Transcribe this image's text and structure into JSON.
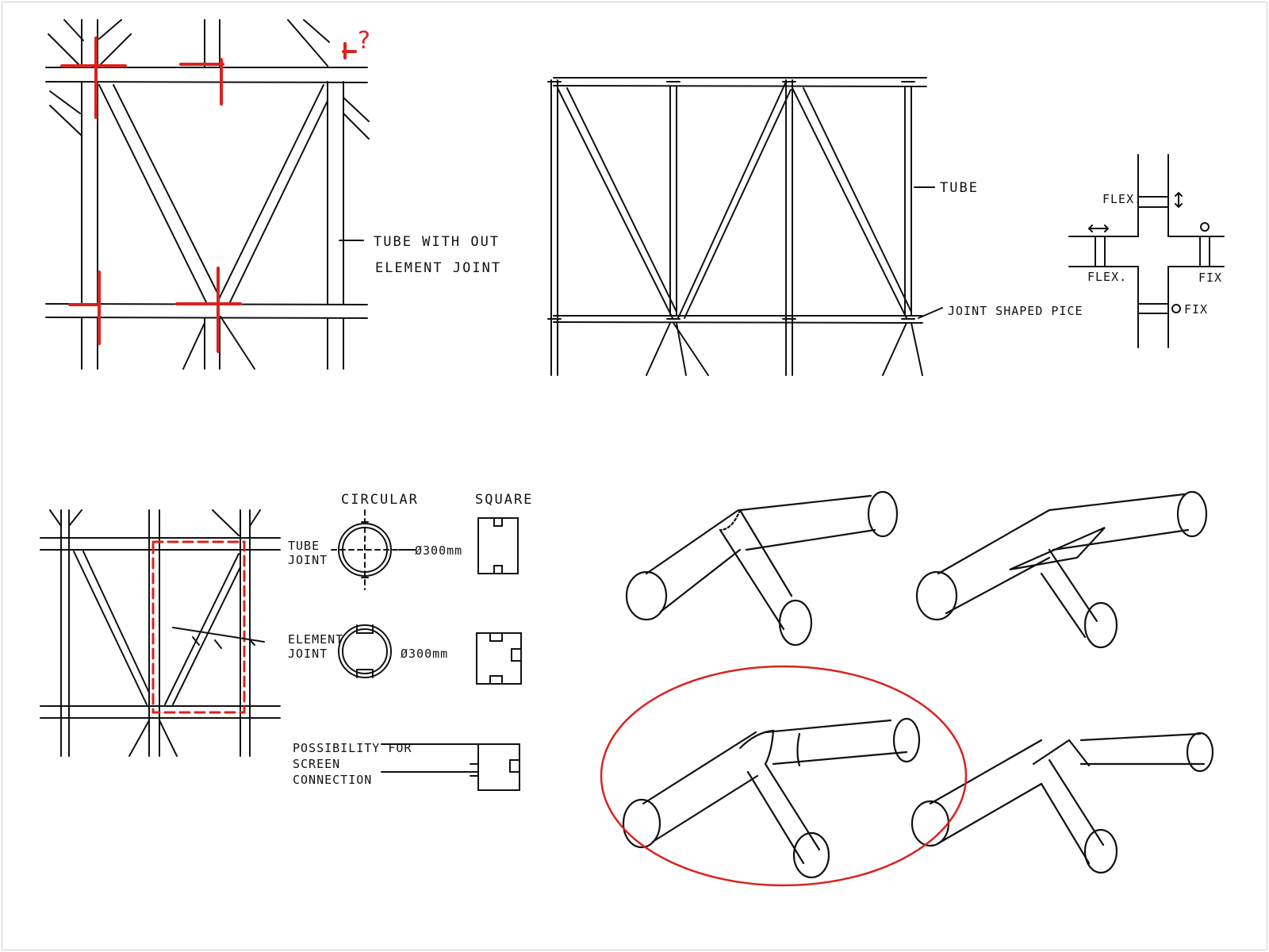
{
  "colors": {
    "ink": "#111111",
    "accent": "#d8231e",
    "paper": "#ffffff",
    "border": "#cfcfcf"
  },
  "labels": {
    "tube_without_joint_1": "TUBE WITH OUT",
    "tube_without_joint_2": "ELEMENT JOINT",
    "tube": "TUBE",
    "joint_shaped_piece": "JOINT SHAPED PICE",
    "flex_top": "FLEX.",
    "flex_bottom": "FLEX.",
    "fix_right": "FIX",
    "fix_bottom": "FIX",
    "circular": "CIRCULAR",
    "square": "SQUARE",
    "tube_joint_1": "TUBE",
    "tube_joint_2": "JOINT",
    "dia_tube": "Ø300mm",
    "element_joint_1": "ELEMENT",
    "element_joint_2": "JOINT",
    "dia_element": "Ø300mm",
    "screen_1": "POSSIBILITY FOR",
    "screen_2": "SCREEN",
    "screen_3": "CONNECTION",
    "question_mark": "?"
  }
}
